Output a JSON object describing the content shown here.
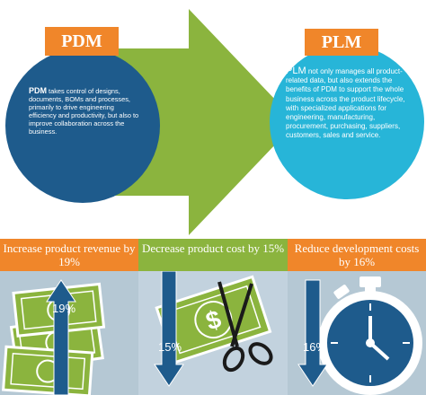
{
  "pdm": {
    "label": "PDM",
    "text_bold": "PDM",
    "text": " takes control of designs, documents, BOMs and processes, primarily to drive engineering efficiency and productivity, but also to improve collaboration across the business."
  },
  "plm": {
    "label": "PLM",
    "lead": "PLM",
    "text": " not only manages all product-related data, but also extends the benefits of PDM to support the whole business across the product lifecycle, with specialized applications for engineering, manufacturing, procurement, purchasing, suppliers, customers, sales and  service."
  },
  "benefits": [
    {
      "title": "Increase product revenue by 19%",
      "value": "19%"
    },
    {
      "title": "Decrease product cost by 15%",
      "value": "15%"
    },
    {
      "title": "Reduce development costs by 16%",
      "value": "16%"
    }
  ],
  "colors": {
    "orange": "#f0862a",
    "green": "#8bb43e",
    "dark_blue": "#1e5b8c",
    "cyan": "#27b5d8",
    "panel": "#b5c8d4"
  },
  "icons": [
    "money-icon",
    "arrow-up-icon",
    "dollar-bill-icon",
    "scissors-icon",
    "arrow-down-icon",
    "stopwatch-icon"
  ]
}
